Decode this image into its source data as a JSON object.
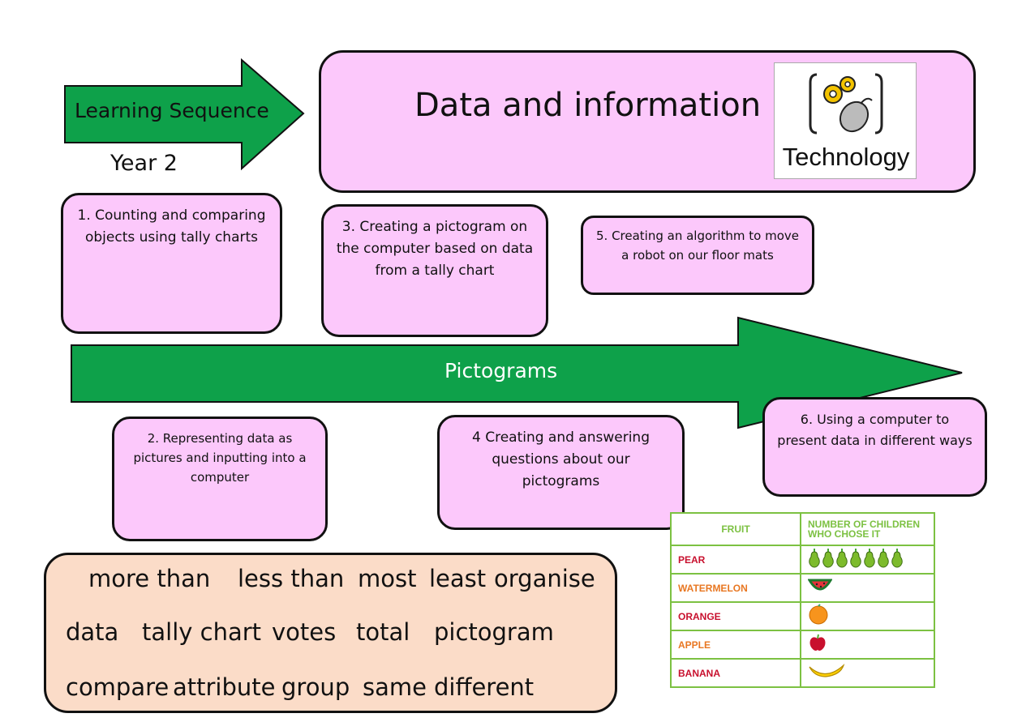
{
  "header": {
    "sequence_label": "Learning Sequence",
    "year_label": "Year 2",
    "title": "Data and information",
    "technology_label": "Technology"
  },
  "steps": [
    {
      "text": "1. Counting and comparing objects using tally charts"
    },
    {
      "text": "2. Representing data as pictures and inputting into a computer"
    },
    {
      "text": "3. Creating a pictogram on the computer based on data from a tally chart"
    },
    {
      "text": "4 Creating and answering questions about our pictograms"
    },
    {
      "text": "5. Creating an algorithm to move a robot on our floor mats"
    },
    {
      "text": "6. Using a computer to present data in different ways"
    }
  ],
  "main_arrow": {
    "label": "Pictograms"
  },
  "vocabulary": {
    "row1": [
      "more than",
      "less than",
      "most",
      "least",
      "organise"
    ],
    "row2": [
      "data",
      "tally chart",
      "votes",
      "total",
      "pictogram"
    ],
    "row3": [
      "compare",
      "attribute",
      "group",
      "same",
      "different"
    ]
  },
  "fruit_table": {
    "headers": [
      "FRUIT",
      "NUMBER OF CHILDREN WHO CHOSE IT"
    ],
    "rows": [
      {
        "fruit": "PEAR",
        "count": 7,
        "icon": "pear-icon",
        "color": "#c8102e"
      },
      {
        "fruit": "WATERMELON",
        "count": 1,
        "icon": "watermelon-icon",
        "color": "#e87722"
      },
      {
        "fruit": "ORANGE",
        "count": 1,
        "icon": "orange-icon",
        "color": "#c8102e"
      },
      {
        "fruit": "APPLE",
        "count": 1,
        "icon": "apple-icon",
        "color": "#e87722"
      },
      {
        "fruit": "BANANA",
        "count": 1,
        "icon": "banana-icon",
        "color": "#c8102e"
      }
    ]
  },
  "colors": {
    "arrow_green": "#0ea14a",
    "box_pink": "#fcc8fb",
    "vocab_peach": "#fbdcc8",
    "table_green": "#7cc142"
  }
}
